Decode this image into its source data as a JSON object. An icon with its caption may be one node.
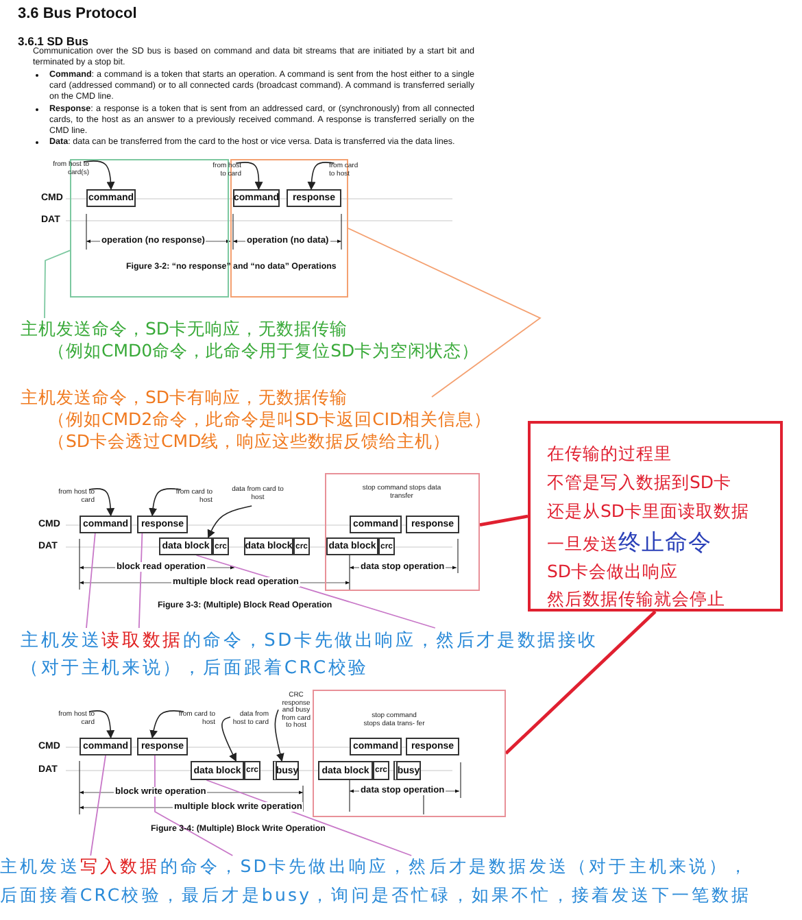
{
  "diagram": {
    "title": "3.6 Bus Protocol",
    "nodes": [
      {
        "text": [],
        "shape": "box"
      },
      {
        "text": [
          "command"
        ],
        "in": 0
      },
      {
        "text": [],
        "shape": "box"
      },
      {
        "text": [
          "command"
        ],
        "in": 2
      },
      {
        "text": [
          "response"
        ],
        "in": 2
      },
      {
        "text": [
          "from host to card(s)"
        ]
      },
      {
        "text": [
          "from host to card"
        ]
      },
      {
        "text": [
          "from card to host"
        ]
      },
      {
        "text": [
          "主机发送命令，SD卡无响应，无数据传输",
          "（例如CMD0命令，此命令用于复位SD卡为空闲状态）"
        ]
      },
      {
        "text": [
          "主机发送命令，SD卡有响应，无数据传输",
          "（例如CMD2命令，此命令是叫SD卡返回CID相关信息）",
          "（SD卡会透过CMD线，响应这些数据反馈给主机）"
        ]
      },
      {
        "text": [
          "在传输的过程里",
          "不管是写入数据到SD卡",
          "还是从SD卡里面读取数据",
          "一旦发送**终止命令**",
          "SD卡会做出响应",
          "然后数据传输就会停止"
        ]
      },
      {
        "text": [],
        "shape": "box"
      },
      {
        "text": [
          "command"
        ]
      },
      {
        "text": [
          "response"
        ]
      },
      {
        "text": [
          "data block"
        ]
      },
      {
        "text": [
          "crc"
        ]
      },
      {
        "text": [
          "data block"
        ]
      },
      {
        "text": [
          "crc"
        ]
      },
      {
        "text": [
          "data block"
        ],
        "in": 11
      },
      {
        "text": [
          "crc"
        ],
        "in": 11
      },
      {
        "text": [
          "command"
        ],
        "in": 11
      },
      {
        "text": [
          "response"
        ],
        "in": 11
      },
      {
        "text": [
          "from host to card"
        ]
      },
      {
        "text": [
          "from card to host"
        ]
      },
      {
        "text": [
          "data from card to host"
        ]
      },
      {
        "text": [
          "stop command stops data transfer"
        ],
        "in": 11
      },
      {
        "text": [
          "主机发送**读取数据**的命令，SD卡先做出响应，然后才是数据接收",
          "（对于主机来说），后面跟着CRC校验"
        ]
      },
      {
        "text": [],
        "shape": "box"
      },
      {
        "text": [
          "command"
        ]
      },
      {
        "text": [
          "response"
        ]
      },
      {
        "text": [
          "data block"
        ]
      },
      {
        "text": [
          "crc"
        ]
      },
      {
        "text": [
          "busy"
        ]
      },
      {
        "text": [
          "data block"
        ],
        "in": 27
      },
      {
        "text": [
          "crc"
        ],
        "in": 27
      },
      {
        "text": [
          "busy"
        ],
        "in": 27
      },
      {
        "text": [
          "command"
        ],
        "in": 27
      },
      {
        "text": [
          "response"
        ],
        "in": 27
      },
      {
        "text": [
          "from host to card"
        ]
      },
      {
        "text": [
          "from card to host"
        ]
      },
      {
        "text": [
          "data from host to card"
        ]
      },
      {
        "text": [
          "CRC response and busy from card to host"
        ]
      },
      {
        "text": [
          "stop command stops data trans- fer"
        ],
        "in": 27
      },
      {
        "text": [
          "主机发送**写入数据**的命令，SD卡先做出响应，然后才是数据发送（对于主机来说），",
          "后面接着CRC校验，最后才是busy，询问是否忙碌，如果不忙，接着发送下一笔数据"
        ]
      }
    ],
    "edges": [
      {
        "from": 5,
        "to": 1,
        "arrow": "to"
      },
      {
        "from": 6,
        "to": 3,
        "arrow": "to"
      },
      {
        "from": 7,
        "to": 4,
        "arrow": "to"
      },
      {
        "from": 8,
        "to": 0,
        "arrow": "none",
        "color": "#7cc8a0"
      },
      {
        "from": 9,
        "to": 2,
        "arrow": "none",
        "color": "#f4a070"
      },
      {
        "from": 10,
        "to": 11,
        "arrow": "none",
        "style": "thick",
        "color": "#e02030"
      },
      {
        "from": 10,
        "to": 27,
        "arrow": "none",
        "style": "thick",
        "color": "#e02030"
      },
      {
        "from": 26,
        "to": 12,
        "arrow": "none",
        "color": "#c878c8"
      },
      {
        "from": 26,
        "to": 13,
        "arrow": "none",
        "color": "#c878c8"
      },
      {
        "from": 26,
        "to": 14,
        "arrow": "none",
        "color": "#c878c8"
      },
      {
        "from": 43,
        "to": 28,
        "arrow": "none",
        "color": "#c878c8"
      },
      {
        "from": 43,
        "to": 29,
        "arrow": "none",
        "color": "#c878c8"
      },
      {
        "from": 43,
        "to": 30,
        "arrow": "none",
        "color": "#c878c8"
      },
      {
        "from": 22,
        "to": 12,
        "arrow": "to"
      },
      {
        "from": 23,
        "to": 13,
        "arrow": "to"
      },
      {
        "from": 24,
        "to": 14,
        "arrow": "to"
      },
      {
        "from": 38,
        "to": 28,
        "arrow": "to"
      },
      {
        "from": 39,
        "to": 29,
        "arrow": "to"
      },
      {
        "from": 40,
        "to": 30,
        "arrow": "to"
      },
      {
        "from": 41,
        "to": 32,
        "arrow": "to"
      }
    ],
    "labels": [
      "3.6.1 SD Bus",
      "Communication over the SD bus is based on command and data bit streams that are initiated by a start bit and terminated by a stop bit.",
      "**Command**: a command is a token that starts an operation. A command is sent from the host either to a single card (addressed command) or to all connected cards (broadcast command). A command is transferred serially on the CMD line.",
      "**Response**: a response is a token that is sent from an addressed card, or (synchronously) from all connected cards, to the host as an answer to a previously received command. A response is transferred serially on the CMD line.",
      "**Data**: data can be transferred from the card to the host or vice versa. Data is transferred via the data lines.",
      "CMD",
      "DAT",
      "operation (no response)",
      "operation (no data)",
      "Figure 3-2: “no response” and “no data” Operations",
      "CMD",
      "DAT",
      "block read operation",
      "multiple block read operation",
      "data stop operation",
      "Figure 3-3: (Multiple) Block Read Operation",
      "CMD",
      "DAT",
      "block write operation",
      "multiple block write operation",
      "data stop operation",
      "Figure 3-4: (Multiple) Block Write Operation"
    ]
  }
}
